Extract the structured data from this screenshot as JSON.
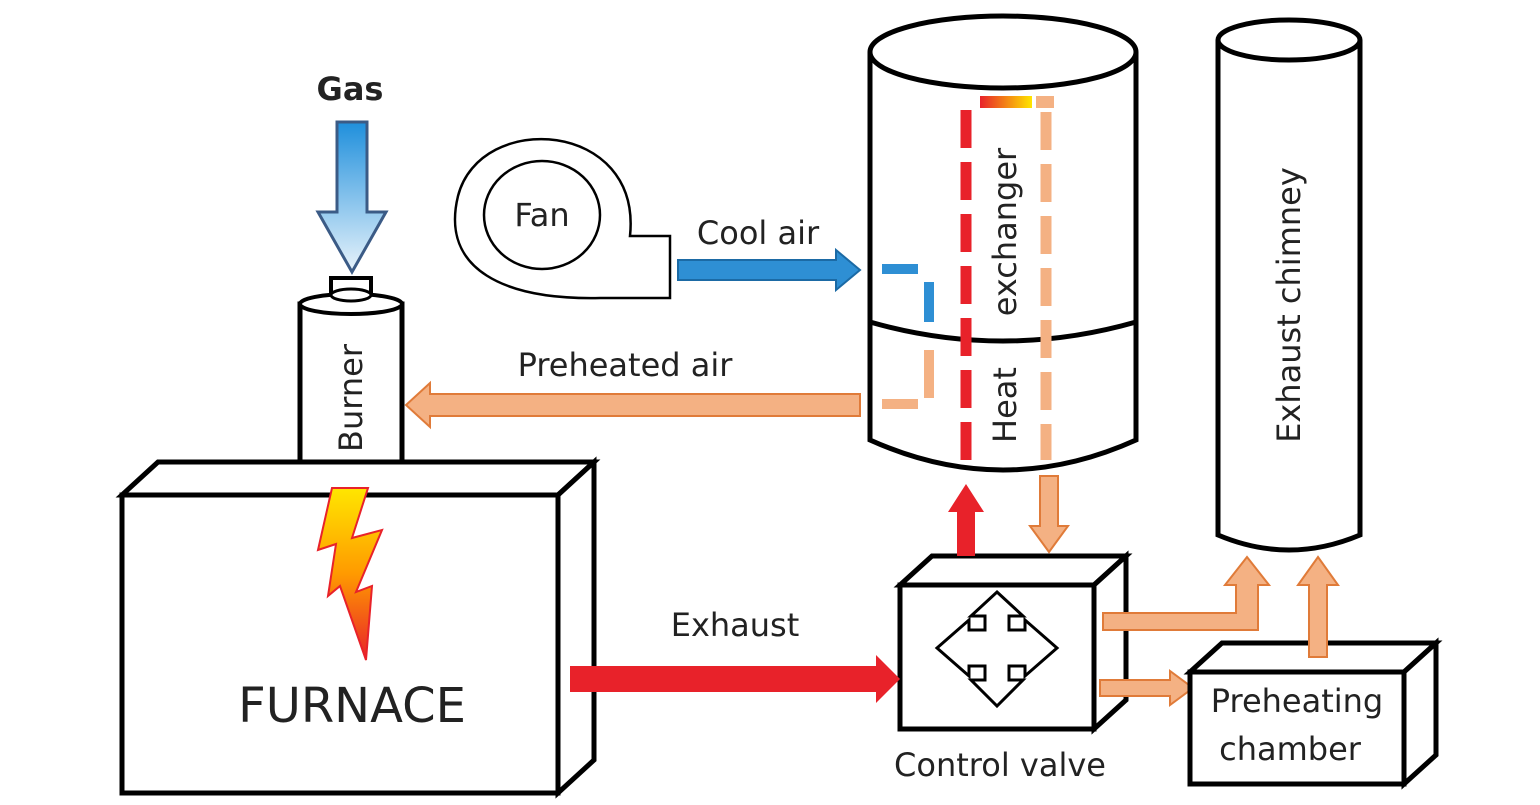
{
  "labels": {
    "gas": "Gas",
    "fan": "Fan",
    "cool_air": "Cool air",
    "preheated_air": "Preheated air",
    "burner": "Burner",
    "furnace": "FURNACE",
    "exhaust": "Exhaust",
    "control_valve": "Control valve",
    "heat": "Heat",
    "exchanger": "exchanger",
    "exhaust_chimney": "Exhaust chimney",
    "preheating": "Preheating",
    "chamber": "chamber"
  },
  "colors": {
    "gas_flow": "#4aa8e0",
    "cool_air": "#2e8fd4",
    "preheated_air": "#f4b183",
    "exhaust_hot": "#e8222a",
    "outline": "#000000",
    "flame_outer": "#e8222a",
    "flame_inner": "#ffd400"
  },
  "icons": {
    "gas_arrow": "down-arrow-icon",
    "flame": "flame-icon",
    "valve": "four-way-arrow-icon"
  }
}
